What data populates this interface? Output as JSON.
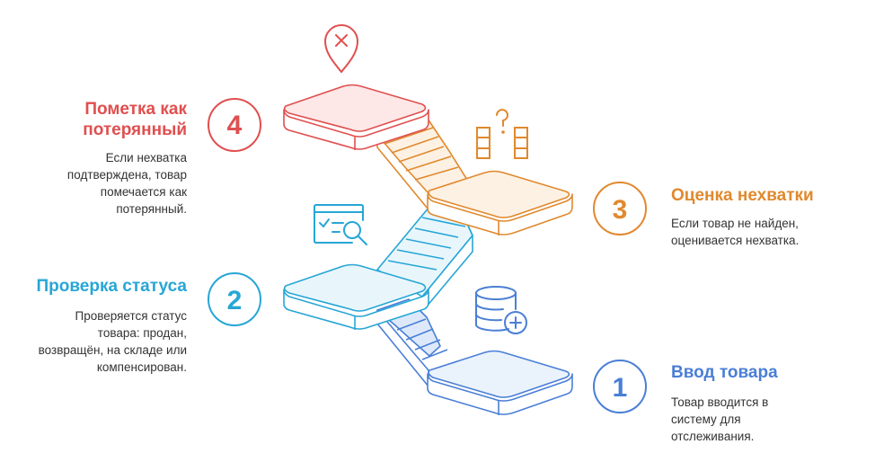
{
  "colors": {
    "step1": "#4a7fd6",
    "step2": "#27a6d6",
    "step3": "#e0892e",
    "step4": "#e04f4f"
  },
  "steps": [
    {
      "number": "1",
      "title": "Ввод товара",
      "description": "Товар вводится в систему для отслеживания.",
      "icon": "database-plus-icon"
    },
    {
      "number": "2",
      "title": "Проверка статуса",
      "description": "Проверяется статус товара: продан, возвращён, на складе или компенсирован.",
      "icon": "checklist-search-icon"
    },
    {
      "number": "3",
      "title": "Оценка нехватки",
      "description": "Если товар не найден, оценивается нехватка.",
      "icon": "question-boxes-icon"
    },
    {
      "number": "4",
      "title": "Пометка как потерянный",
      "description": "Если нехватка подтверждена, товар помечается как потерянный.",
      "icon": "location-cross-icon"
    }
  ]
}
